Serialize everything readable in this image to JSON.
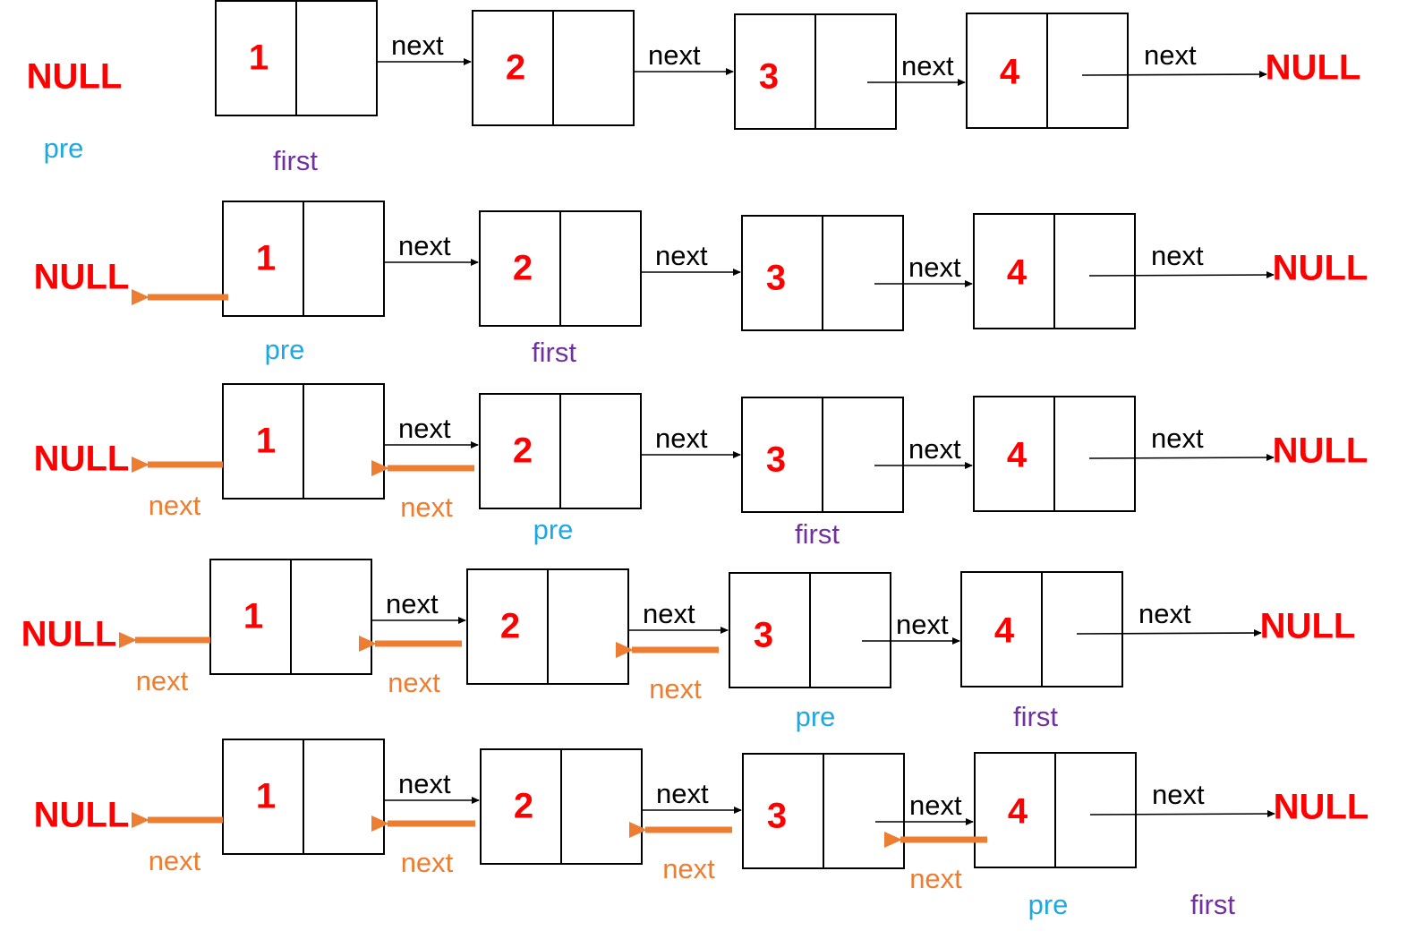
{
  "colors": {
    "node_value": "#ff0000",
    "null_text": "#ff0000",
    "pre": "#1fa8e0",
    "first": "#7030a0",
    "reversed_next": "#ed7d31",
    "next": "#000000"
  },
  "labels": {
    "null": "NULL",
    "next": "next",
    "pre": "pre",
    "first": "first"
  },
  "steps": [
    {
      "reversed_count": 0,
      "pre": "NULL",
      "first": "1"
    },
    {
      "reversed_count": 1,
      "pre": "1",
      "first": "2"
    },
    {
      "reversed_count": 2,
      "pre": "2",
      "first": "3"
    },
    {
      "reversed_count": 3,
      "pre": "3",
      "first": "4"
    },
    {
      "reversed_count": 4,
      "pre": "4",
      "first": "NULL"
    }
  ],
  "nodes": [
    "1",
    "2",
    "3",
    "4"
  ]
}
